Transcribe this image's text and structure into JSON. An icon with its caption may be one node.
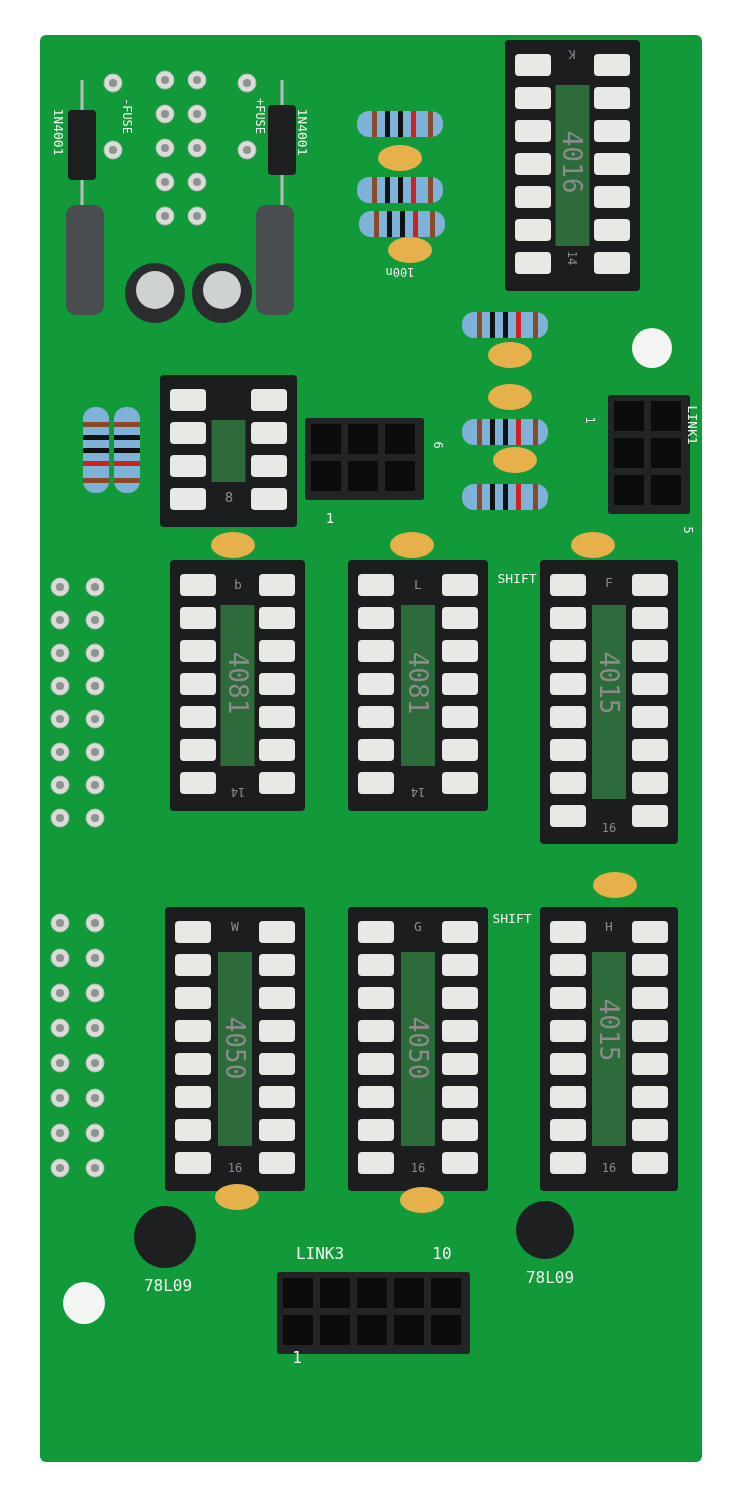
{
  "diagram": {
    "labels": [
      "1N4001",
      "-FUSE",
      "+FUSE",
      "1N4001",
      "K",
      "4016",
      "14",
      "100n",
      "1",
      "LINK1",
      "6",
      "8",
      "1",
      "5",
      "b",
      "L",
      "SHIFT",
      "F",
      "4081",
      "4081",
      "4015",
      "14",
      "14",
      "16",
      "W",
      "G",
      "SHIFT",
      "H",
      "4050",
      "4050",
      "4015",
      "16",
      "16",
      "16",
      "LINK3",
      "10",
      "78L09",
      "78L09",
      "1"
    ]
  }
}
